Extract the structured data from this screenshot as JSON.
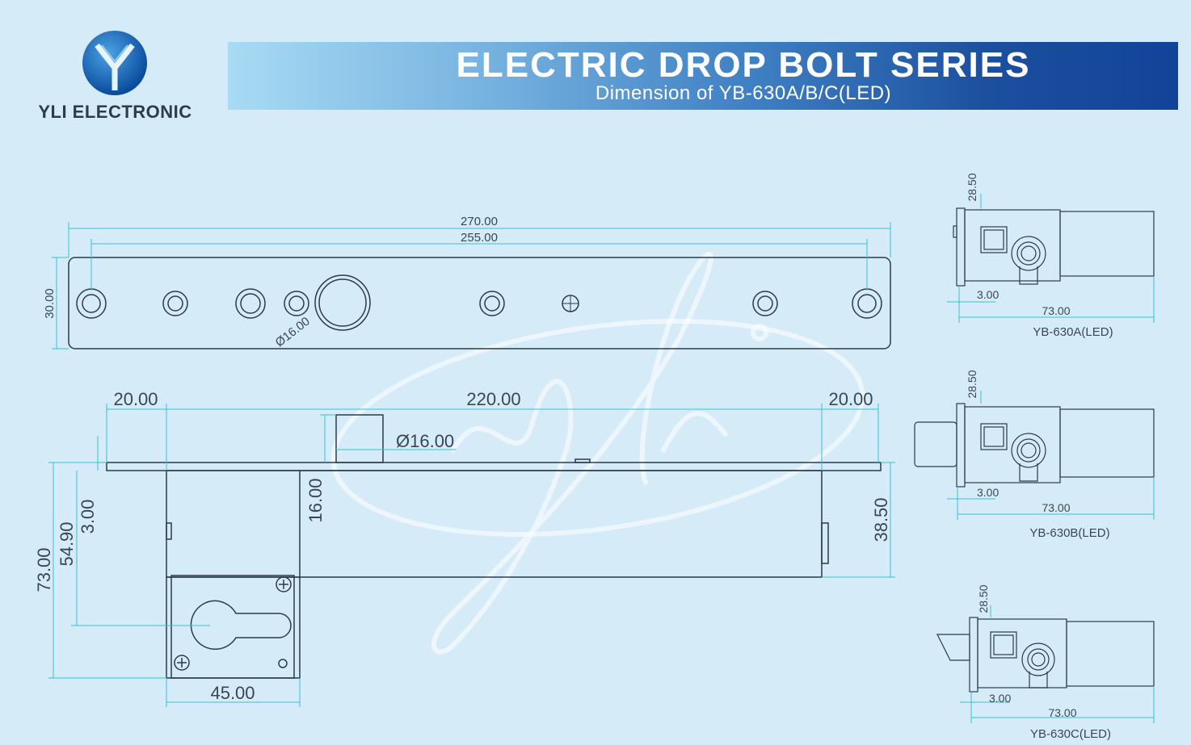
{
  "brand": {
    "name": "YLI ELECTRONIC"
  },
  "banner": {
    "title": "ELECTRIC DROP BOLT SERIES",
    "subtitle": "Dimension of YB-630A/B/C(LED)"
  },
  "top_view": {
    "overall_length": "270.00",
    "hole_spacing": "255.00",
    "width": "30.00",
    "hole_dia": "Ø16.00"
  },
  "side_view": {
    "left_margin": "20.00",
    "center": "220.00",
    "right_margin": "20.00",
    "bolt_dia": "Ø16.00",
    "bolt_len": "16.00",
    "plate_thk": "3.00",
    "depth": "54.90",
    "total_height": "73.00",
    "body_height": "38.50",
    "cyl_width": "45.00"
  },
  "variants": [
    {
      "name": "YB-630A(LED)",
      "height": "28.50",
      "offset": "3.00",
      "length": "73.00"
    },
    {
      "name": "YB-630B(LED)",
      "height": "28.50",
      "offset": "3.00",
      "length": "73.00"
    },
    {
      "name": "YB-630C(LED)",
      "height": "28.50",
      "offset": "3.00",
      "length": "73.00"
    }
  ],
  "colors": {
    "background": "#d6ebf8",
    "line": "#2d3a4a",
    "dimension": "#35c0d8",
    "banner_dark": "#12439a"
  }
}
